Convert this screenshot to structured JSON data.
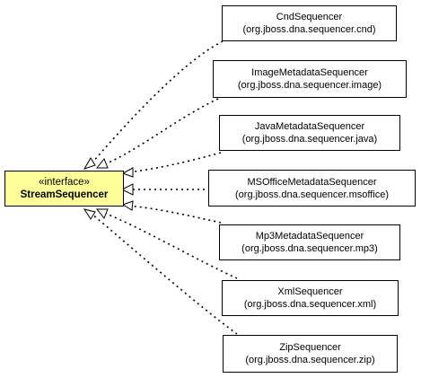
{
  "interface": {
    "stereotype": "«interface»",
    "name": "StreamSequencer",
    "fill": "#ffff99"
  },
  "implementations": [
    {
      "name": "CndSequencer",
      "package": "(org.jboss.dna.sequencer.cnd)"
    },
    {
      "name": "ImageMetadataSequencer",
      "package": "(org.jboss.dna.sequencer.image)"
    },
    {
      "name": "JavaMetadataSequencer",
      "package": "(org.jboss.dna.sequencer.java)"
    },
    {
      "name": "MSOfficeMetadataSequencer",
      "package": "(org.jboss.dna.sequencer.msoffice)"
    },
    {
      "name": "Mp3MetadataSequencer",
      "package": "(org.jboss.dna.sequencer.mp3)"
    },
    {
      "name": "XmlSequencer",
      "package": "(org.jboss.dna.sequencer.xml)"
    },
    {
      "name": "ZipSequencer",
      "package": "(org.jboss.dna.sequencer.zip)"
    }
  ],
  "relationship": "realization"
}
